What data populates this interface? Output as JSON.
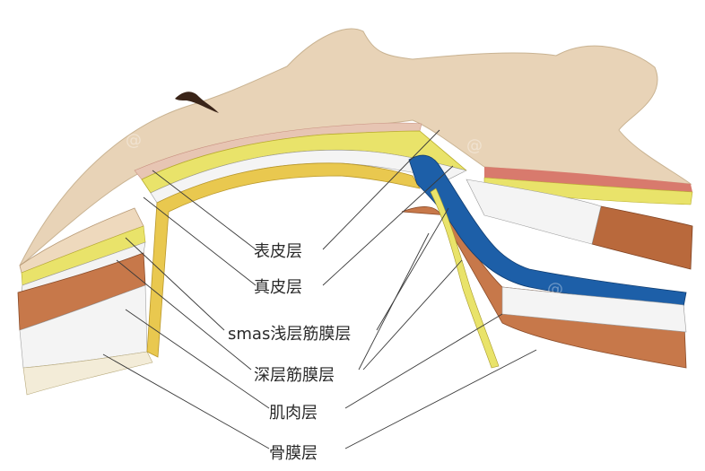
{
  "labels": {
    "epidermis": "表皮层",
    "dermis": "真皮层",
    "smas": "smas浅层筋膜层",
    "deep_fascia": "深层筋膜层",
    "muscle": "肌肉层",
    "periosteum": "骨膜层"
  },
  "colors": {
    "skin": "#e8d3b7",
    "dermis_band": "#d87a6d",
    "fat": "#e9e36a",
    "fascia": "#f1f1f1",
    "muscle": "#c7784a",
    "deep_blue": "#1d5fa8",
    "bone_band": "#e9c84f",
    "bone": "#f3ecd8"
  }
}
